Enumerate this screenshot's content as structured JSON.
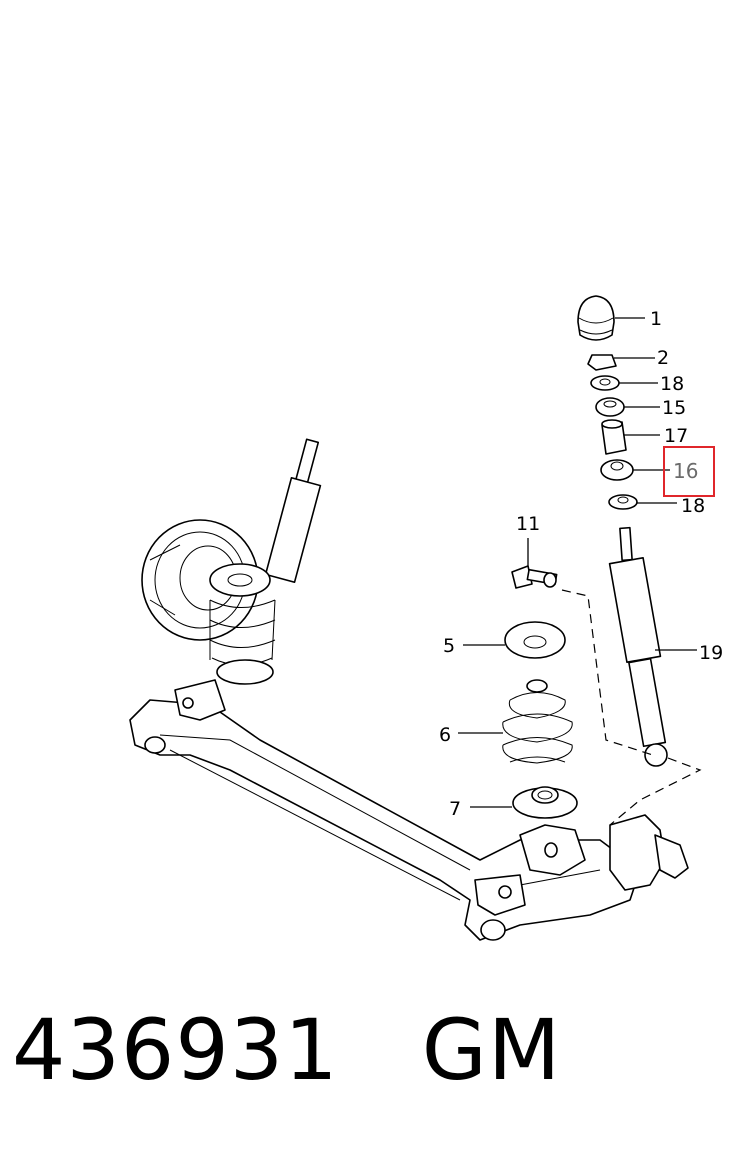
{
  "callouts": {
    "c1": "1",
    "c2": "2",
    "c18a": "18",
    "c15": "15",
    "c17": "17",
    "c16": "16",
    "c18b": "18",
    "c11": "11",
    "c19": "19",
    "c5": "5",
    "c6": "6",
    "c7": "7"
  },
  "highlight": {
    "callout": "16",
    "color": "#e0262b"
  },
  "caption": {
    "part_number": "436931",
    "brand": "GM"
  }
}
